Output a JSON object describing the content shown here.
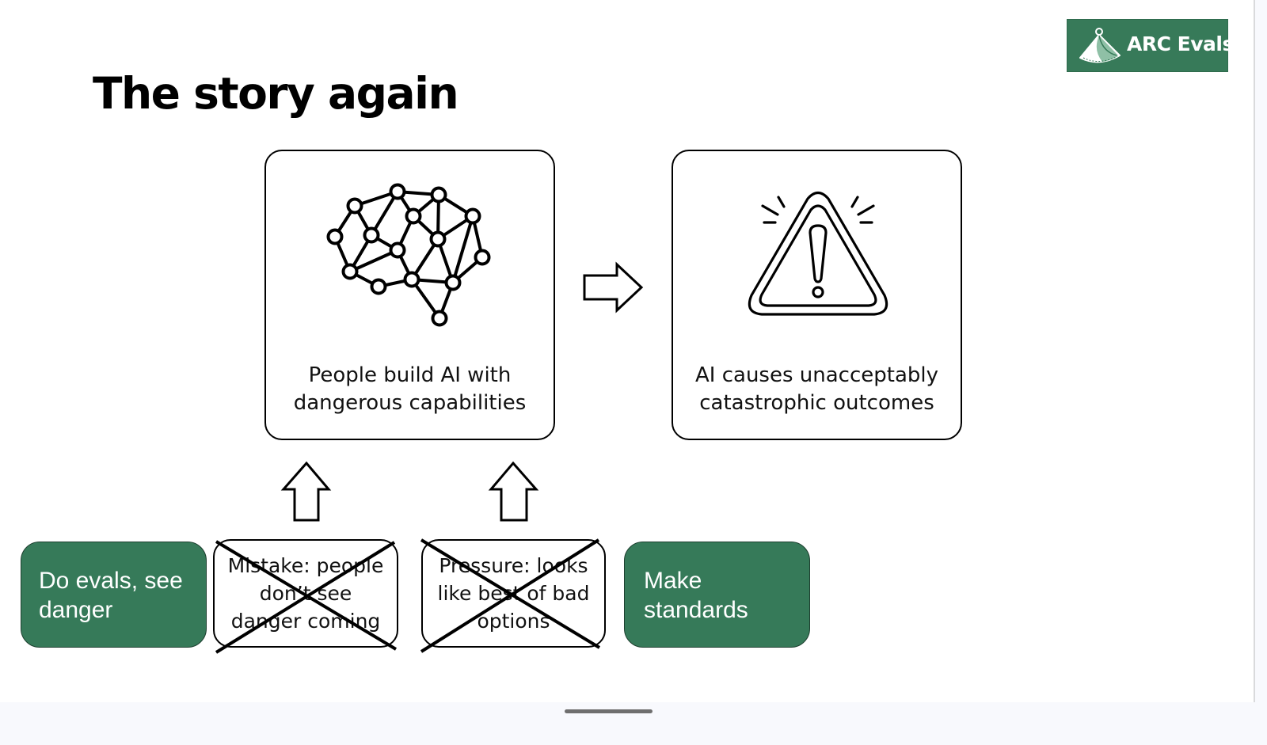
{
  "slide": {
    "title": "The story again",
    "logo": {
      "text": "ARC Evals",
      "icon": "arc-fan-icon",
      "color": "#377a59"
    },
    "cards": [
      {
        "icon": "brain-network-icon",
        "lines": [
          "People build AI with",
          "dangerous capabilities"
        ]
      },
      {
        "icon": "warning-triangle-icon",
        "lines": [
          "AI causes unacceptably",
          "catastrophic outcomes"
        ]
      }
    ],
    "arrows": {
      "right": "right-arrow-icon",
      "up": "up-arrow-icon"
    },
    "bottom_boxes": [
      {
        "type": "action",
        "lines": [
          "Do evals, see",
          "danger"
        ],
        "color": "#367a59"
      },
      {
        "type": "crossed",
        "lines": [
          "Mistake: people",
          "don’t see",
          "danger coming"
        ]
      },
      {
        "type": "crossed",
        "lines": [
          "Pressure: looks",
          "like best of bad",
          "options"
        ]
      },
      {
        "type": "action",
        "lines": [
          "Make",
          "standards"
        ],
        "color": "#367a59"
      }
    ]
  }
}
